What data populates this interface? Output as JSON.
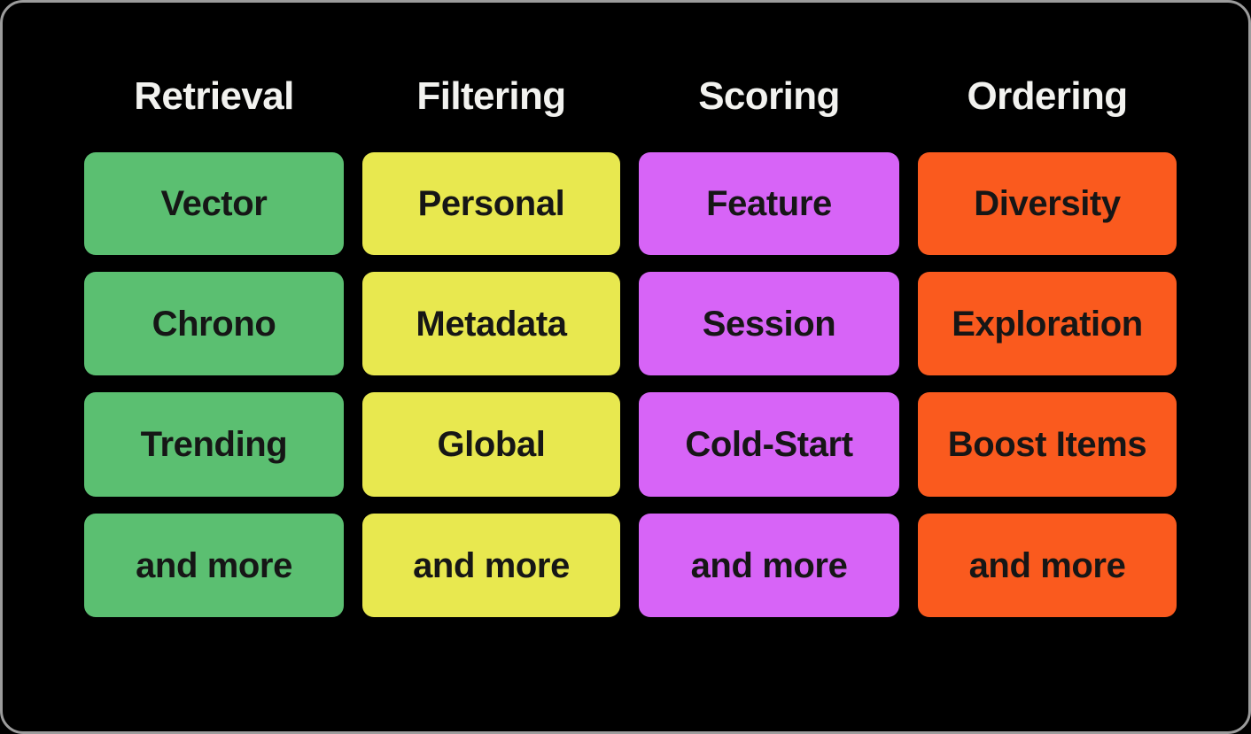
{
  "canvas": {
    "background": "#000000",
    "border_color": "#9c9c9c"
  },
  "columns": [
    {
      "key": "retrieval",
      "header": "Retrieval",
      "color": "#5bbf71",
      "items": [
        "Vector",
        "Chrono",
        "Trending",
        "and more"
      ]
    },
    {
      "key": "filtering",
      "header": "Filtering",
      "color": "#e8e84f",
      "items": [
        "Personal",
        "Metadata",
        "Global",
        "and more"
      ]
    },
    {
      "key": "scoring",
      "header": "Scoring",
      "color": "#d764f7",
      "items": [
        "Feature",
        "Session",
        "Cold-Start",
        "and more"
      ]
    },
    {
      "key": "ordering",
      "header": "Ordering",
      "color": "#fa5a1e",
      "items": [
        "Diversity",
        "Exploration",
        "Boost Items",
        "and more"
      ]
    }
  ],
  "header_text_color": "#f2f2ef",
  "card_text_color": "#161616"
}
